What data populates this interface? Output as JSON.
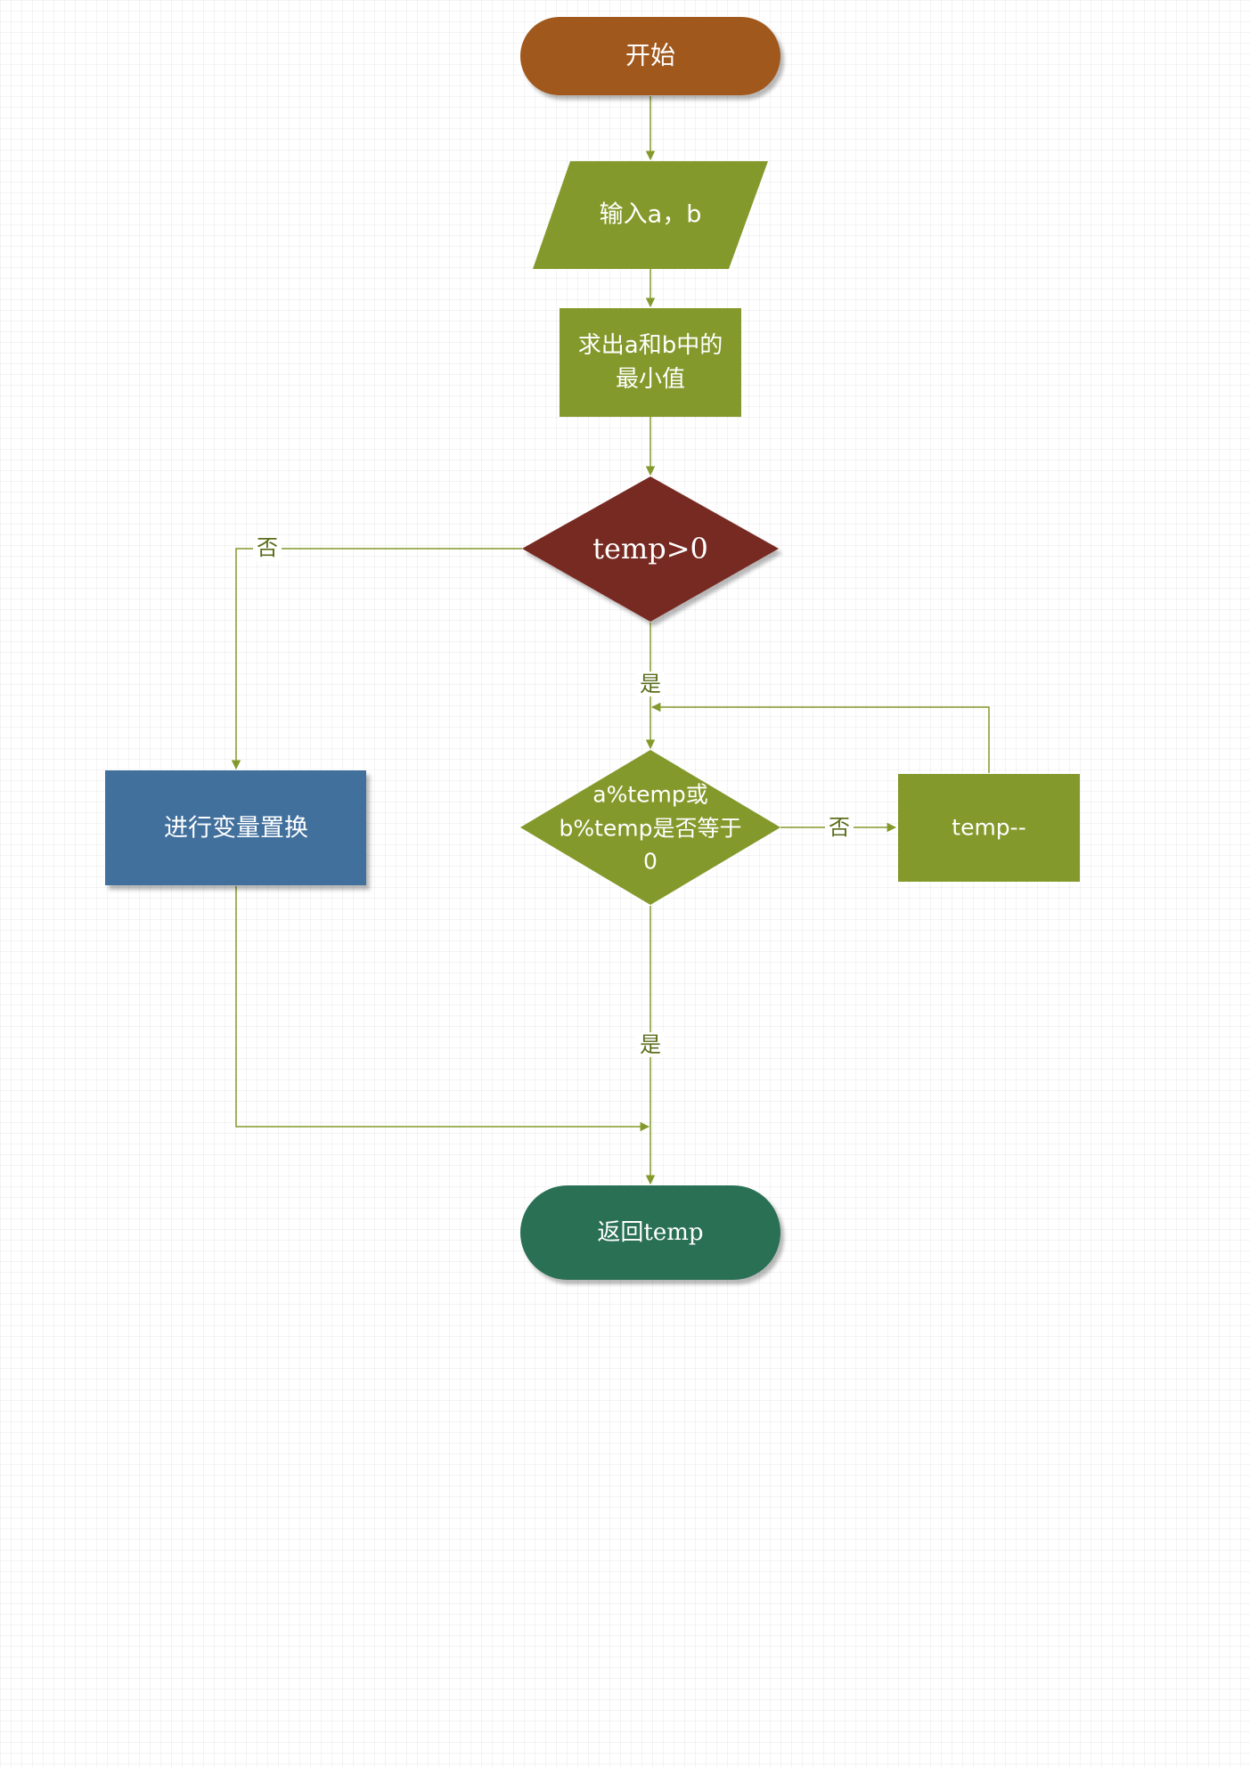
{
  "nodes": {
    "start": {
      "label": "开始",
      "color": "#a0591f",
      "shape": "terminator"
    },
    "input": {
      "label": "输入a，b",
      "color": "#84992b",
      "shape": "parallelogram"
    },
    "min": {
      "lines": [
        "求出a和b中的",
        "最小值"
      ],
      "color": "#84992b",
      "shape": "process"
    },
    "cond1": {
      "label": "temp>0",
      "color": "#772a24",
      "shape": "decision"
    },
    "cond2": {
      "lines": [
        "a%temp或",
        "b%temp是否等于",
        "0"
      ],
      "color": "#84992b",
      "shape": "decision"
    },
    "decrement": {
      "label": "temp--",
      "color": "#84992b",
      "shape": "process"
    },
    "swap": {
      "label": "进行变量置换",
      "color": "#436f9d",
      "shape": "process"
    },
    "return": {
      "label": "返回temp",
      "color": "#2c7055",
      "shape": "terminator"
    }
  },
  "edges": {
    "cond1_no": "否",
    "cond1_yes": "是",
    "cond2_no": "否",
    "cond2_yes": "是"
  },
  "colors": {
    "connector": "#84992b",
    "edge_label": "#5a6e1c"
  }
}
